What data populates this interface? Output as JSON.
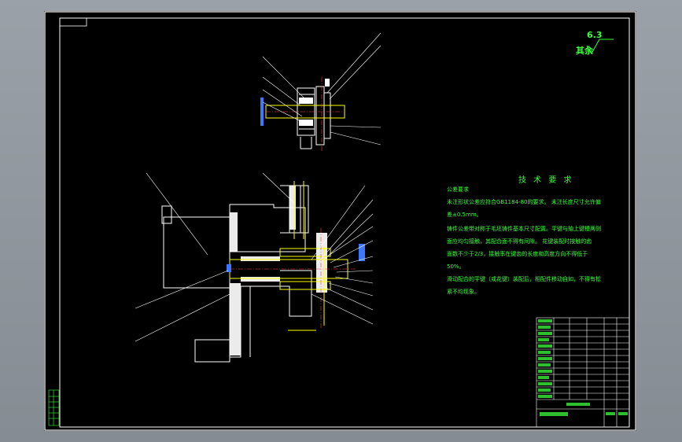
{
  "roughness": {
    "value": "6.3",
    "label": "其余"
  },
  "tech": {
    "title": "技 术 要 求",
    "lines": [
      "公差要求",
      "未注形状公差应符合GB1184-80的要求。 未注长度尺寸允许偏",
      "差±0.5mm。",
      "铸件公差带对称于毛坯铸件基本尺寸配置。平键与轴上键槽两侧",
      "面应均匀接触，其配合面不得有间隙。 花键装配时按触的齿",
      "面数不少于2/3，接触率在键齿的长度和高度方向不得低于",
      "50%。",
      "滑动配合的平键（或花键）装配后，相配件移动自如，不得有松",
      "紧不均现象。"
    ]
  },
  "colors": {
    "line": "#ffffff",
    "dim": "#ffff00",
    "text": "#3cff3c",
    "hatch": "#ffffff",
    "shaft": "#ffff00",
    "center": "#ff3c3c",
    "blue": "#3c78ff"
  }
}
